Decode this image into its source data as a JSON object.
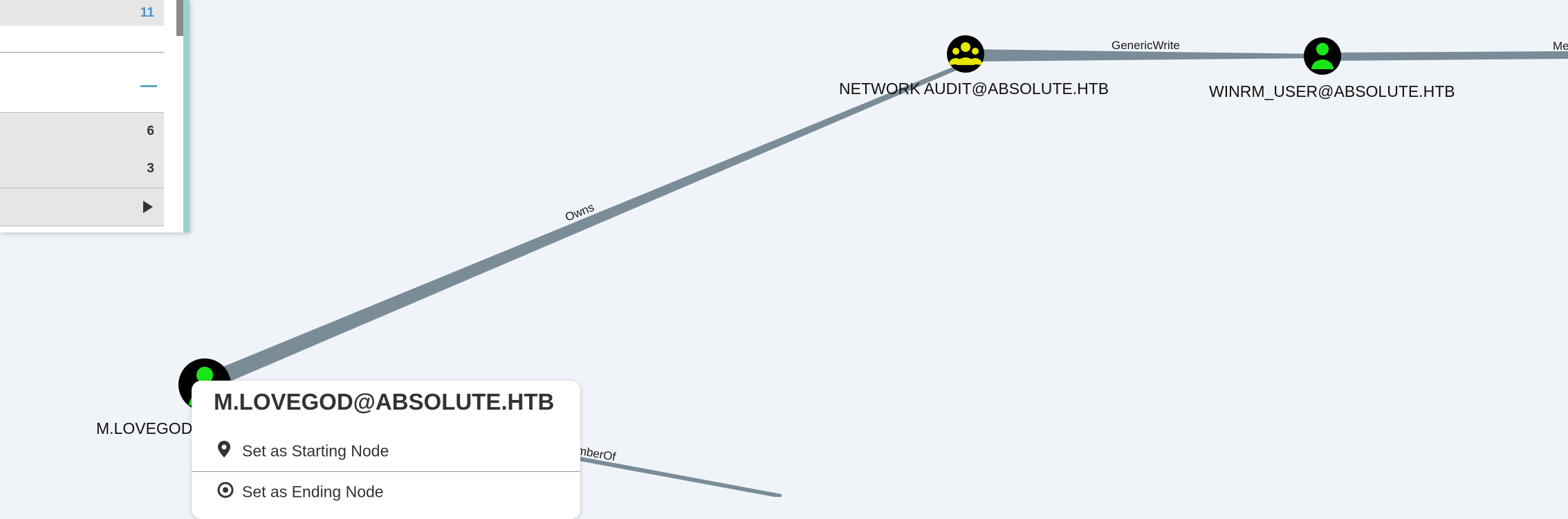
{
  "graph": {
    "nodes": {
      "network_audit": {
        "label": "NETWORK AUDIT@ABSOLUTE.HTB",
        "type": "group",
        "icon": "group-icon",
        "color": "#e6e600"
      },
      "winrm_user": {
        "label": "WINRM_USER@ABSOLUTE.HTB",
        "type": "user",
        "icon": "user-icon",
        "color": "#19e619"
      },
      "m_lovegod": {
        "label": "M.LOVEGOD@ABSOLUTE.HTB",
        "type": "user",
        "icon": "user-icon",
        "color": "#19e619"
      }
    },
    "edges": {
      "owns": "Owns",
      "generic_write": "GenericWrite",
      "member_of_right": "Me",
      "member_of": "MemberOf"
    },
    "edge_color": "#7a8c98"
  },
  "panel": {
    "top_count": "11",
    "rows": [
      "6",
      "3"
    ],
    "accent": "#9dcfcc"
  },
  "context_menu": {
    "title": "M.LOVEGOD@ABSOLUTE.HTB",
    "items": [
      {
        "label": "Set as Starting Node",
        "icon": "map-pin-icon"
      },
      {
        "label": "Set as Ending Node",
        "icon": "target-icon"
      }
    ]
  }
}
